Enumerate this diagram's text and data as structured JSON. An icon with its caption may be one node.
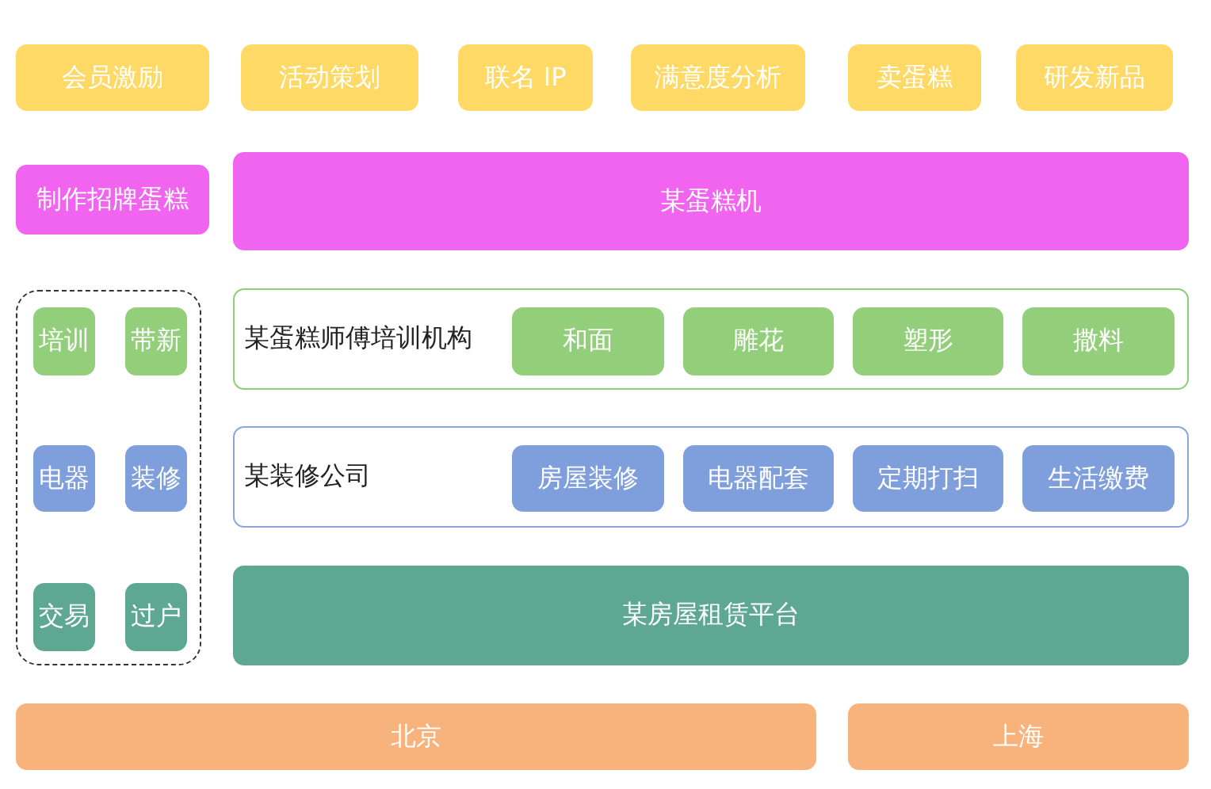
{
  "diagram": {
    "nodes": [
      {
        "text": [
          "会员激励"
        ]
      },
      {
        "text": [
          "活动策划"
        ]
      },
      {
        "text": [
          "联名 IP"
        ]
      },
      {
        "text": [
          "满意度分析"
        ]
      },
      {
        "text": [
          "卖蛋糕"
        ]
      },
      {
        "text": [
          "研发新品"
        ]
      },
      {
        "text": [
          "制作招牌蛋糕"
        ]
      },
      {
        "text": [
          "某蛋糕机"
        ]
      },
      {
        "text": [],
        "shape": "box"
      },
      {
        "text": [
          "培训"
        ],
        "in": 8
      },
      {
        "text": [
          "带新"
        ],
        "in": 8
      },
      {
        "text": [
          "电器"
        ],
        "in": 8
      },
      {
        "text": [
          "装修"
        ],
        "in": 8
      },
      {
        "text": [
          "交易"
        ],
        "in": 8
      },
      {
        "text": [
          "过户"
        ],
        "in": 8
      },
      {
        "text": [
          "某蛋糕师傅培训机构"
        ]
      },
      {
        "text": [
          "和面"
        ],
        "in": 15
      },
      {
        "text": [
          "雕花"
        ],
        "in": 15
      },
      {
        "text": [
          "塑形"
        ],
        "in": 15
      },
      {
        "text": [
          "撒料"
        ],
        "in": 15
      },
      {
        "text": [
          "某装修公司"
        ]
      },
      {
        "text": [
          "房屋装修"
        ],
        "in": 20
      },
      {
        "text": [
          "电器配套"
        ],
        "in": 20
      },
      {
        "text": [
          "定期打扫"
        ],
        "in": 20
      },
      {
        "text": [
          "生活缴费"
        ],
        "in": 20
      },
      {
        "text": [
          "某房屋租赁平台"
        ]
      },
      {
        "text": [
          "北京"
        ]
      },
      {
        "text": [
          "上海"
        ]
      }
    ]
  }
}
